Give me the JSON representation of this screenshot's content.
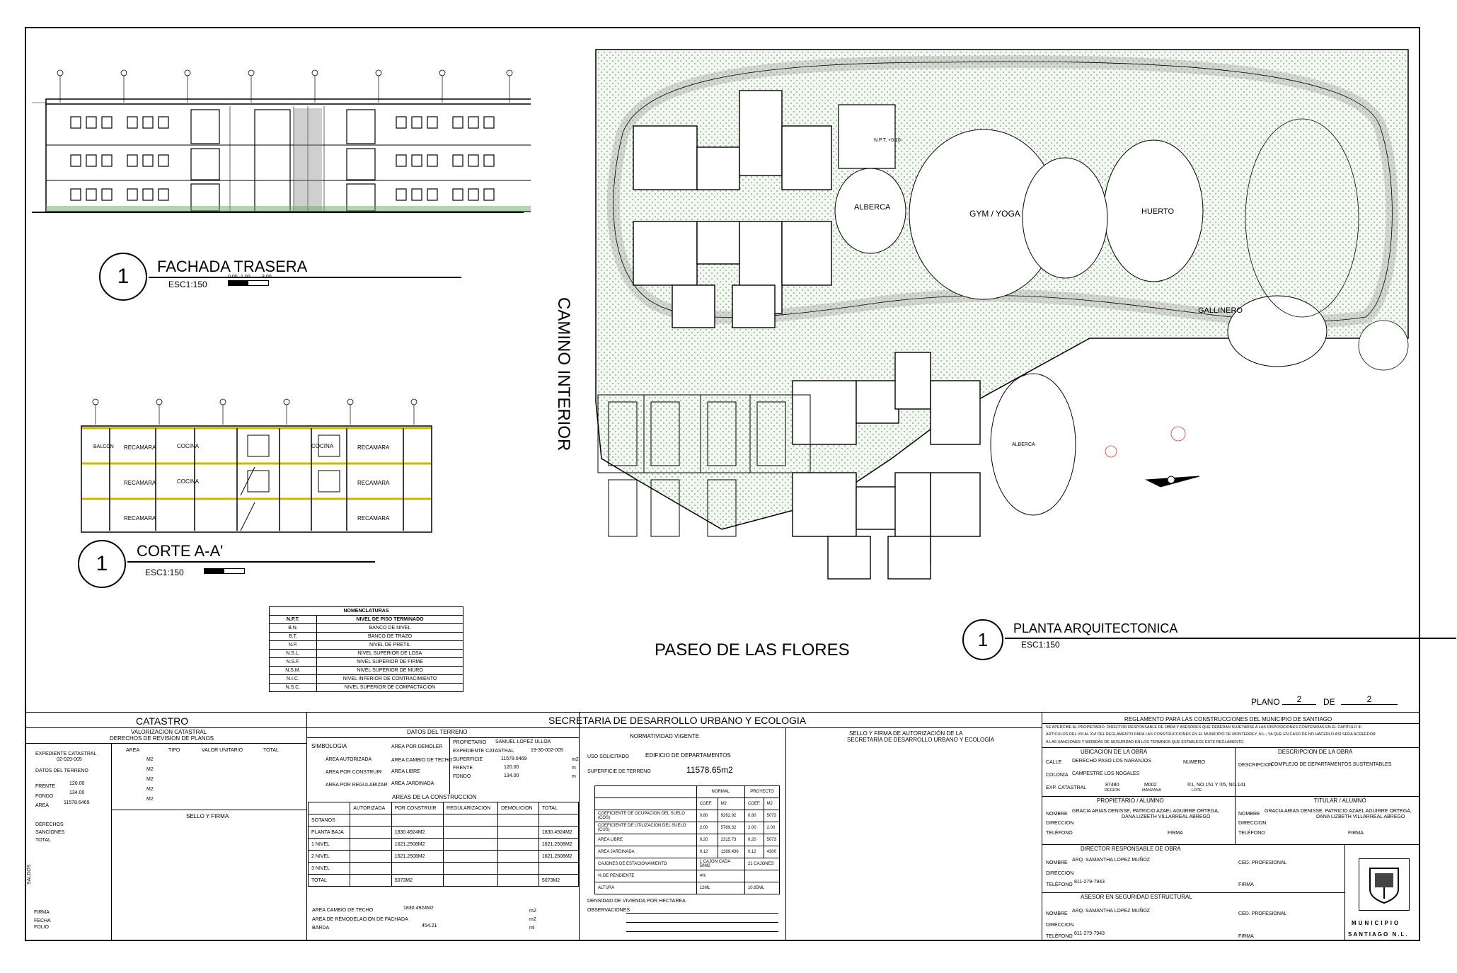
{
  "views": {
    "fachada": {
      "num": "1",
      "title": "FACHADA TRASERA",
      "scale": "ESC1:150"
    },
    "corte": {
      "num": "1",
      "title": "CORTE A-A'",
      "scale": "ESC1:150",
      "rooms": [
        "RECAMARA",
        "COCINA",
        "RECAMARA",
        "COCINA",
        "RECAMARA"
      ],
      "balcony": "BALCON"
    },
    "planta": {
      "num": "1",
      "title": "PLANTA ARQUITECTONICA",
      "scale": "ESC1:150"
    },
    "scale_ticks": [
      "0.00",
      "1.00",
      "3.00"
    ]
  },
  "site": {
    "camino": "CAMINO INTERIOR",
    "paseo": "PASEO DE LAS FLORES",
    "alberca": "ALBERCA",
    "gym": "GYM / YOGA",
    "huerto": "HUERTO",
    "gallinero": "GALLINERO",
    "alberca2": "ALBERCA",
    "npt": "N.P.T. +0.10"
  },
  "nomenclaturas": {
    "title": "NOMENCLATURAS",
    "head": [
      "N.P.T.",
      "NIVEL DE PISO TERMINADO"
    ],
    "rows": [
      [
        "B.N.",
        "BANCO DE NIVEL"
      ],
      [
        "B.T.",
        "BANCO DE TRAZO"
      ],
      [
        "N.P.",
        "NIVEL DE PRETIL"
      ],
      [
        "N.S.L.",
        "NIVEL SUPERIOR DE LOSA"
      ],
      [
        "N.S.F.",
        "NIVEL SUPERIOR DE FIRME"
      ],
      [
        "N.S.M.",
        "NIVEL SUPERIOR DE MURO"
      ],
      [
        "N.I.C.",
        "NIVEL INFERIOR DE CONTRACIMIENTO"
      ],
      [
        "N.S.C.",
        "NIVEL SUPERIOR DE COMPACTACIÓN"
      ]
    ]
  },
  "plano": {
    "label": "PLANO",
    "num": "2",
    "de": "DE",
    "total": "2"
  },
  "catastro": {
    "title": "CATASTRO",
    "sub1": "VALORIZACION CATASTRAL",
    "sub2": "DERECHOS DE REVISION DE PLANOS",
    "exp_label": "EXPEDIENTE CATASTRAL",
    "exp_val": "02-029-005",
    "datos": "DATOS DEL TERRENO",
    "frente": "FRENTE",
    "frente_val": "120.00",
    "fondo": "FONDO",
    "fondo_val": "134.00",
    "area": "AREA",
    "area_val": "11578.6469",
    "cols": [
      "AREA",
      "TIPO",
      "VALOR UNITARIO",
      "TOTAL"
    ],
    "m2": "M2",
    "derechos": "DERECHOS",
    "sanciones": "SANCIONES",
    "total": "TOTAL",
    "sello": "SELLO Y FIRMA",
    "saldos": "SALDOS",
    "firma": "FIRMA",
    "fecha": "FECHA",
    "folio": "FOLIO"
  },
  "secretaria": {
    "title": "SECRETARIA DE DESARROLLO URBANO Y ECOLOGIA",
    "datos": "DATOS DEL TERRENO",
    "simbologia": "SIMBOLOGIA",
    "sym": [
      "AREA AUTORIZADA",
      "AREA POR CONSTRUIR",
      "AREA POR REGULARIZAR",
      "AREA POR DEMOLER",
      "AREA CAMBIO DE TECHO",
      "AREA LIBRE",
      "AREA JARDINADA"
    ],
    "propietario": "PROPIETARIO",
    "propietario_val": "SAMUEL LOPEZ ULLOA",
    "expediente": "EXPEDIENTE CATASTRAL",
    "expediente_val": "19-30-002-005",
    "superficie": "SUPERFICIE",
    "superficie_val": "11578.6469",
    "frente": "FRENTE",
    "frente_val": "120.00",
    "fondo": "FONDO",
    "fondo_val": "134.00",
    "m2": "m2",
    "m": "m",
    "areas_title": "AREAS DE LA CONSTRUCCION",
    "areas_head": [
      "",
      "AUTORIZADA",
      "POR CONSTRUIR",
      "REGULARIZACION",
      "DEMOLICION",
      "TOTAL"
    ],
    "areas_rows": [
      [
        "SOTANOS",
        "",
        "",
        "",
        "",
        ""
      ],
      [
        "PLANTA BAJA",
        "",
        "1830.4924M2",
        "",
        "",
        "1830.4924M2"
      ],
      [
        "1 NIVEL",
        "",
        "1621.2508M2",
        "",
        "",
        "1621.2508M2"
      ],
      [
        "2 NIVEL",
        "",
        "1621.2508M2",
        "",
        "",
        "1621.2508M2"
      ],
      [
        "3 NIVEL",
        "",
        "",
        "",
        "",
        ""
      ],
      [
        "TOTAL",
        "",
        "5073M2",
        "",
        "",
        "5073M2"
      ]
    ],
    "cambio": "AREA CAMBIO DE TECHO",
    "cambio_val": "1830.4924M2",
    "remod": "AREA DE REMODELACION DE FACHADA",
    "barda": "BARDA",
    "barda_val": "454.21",
    "ml": "ml"
  },
  "normatividad": {
    "title": "NORMATIVIDAD VIGENTE",
    "uso": "USO SOLICITADO",
    "uso_val": "EDIFICIO DE DEPARTAMENTOS",
    "sup": "SUPERFICIE DE TERRENO",
    "sup_val": "11578.65m2",
    "head_norm": "NORMAL",
    "head_proy": "PROYECTO",
    "sub": [
      "COEF.",
      "M2",
      "COEF.",
      "M2"
    ],
    "rows": [
      [
        "COEFICIENTE DE OCUPACION DEL SUELO (COS)",
        "0.80",
        "9262.92",
        "0.80",
        "5073"
      ],
      [
        "COEFICIENTE DE UTILIZACION DEL SUELO (CUS)",
        "2.00",
        "5789.32",
        "2.00",
        "2.00"
      ],
      [
        "AREA LIBRE",
        "0.20",
        "2315.73",
        "0.20",
        "5073"
      ],
      [
        "AREA JARDINADA",
        "0.12",
        "1389.436",
        "0.12",
        "4300"
      ],
      [
        "CAJONES DE ESTACIONAMIENTO",
        "1 CAJON CADA 50M2",
        "",
        "21 CAJONES",
        ""
      ],
      [
        "% DE PENDIENTE",
        "4%",
        "",
        "",
        ""
      ],
      [
        "ALTURA",
        "12ML",
        "",
        "10.65ML",
        ""
      ]
    ],
    "densidad": "DENSIDAD DE VIVIENDA POR HECTAREA",
    "obs": "OBSERVACIONES"
  },
  "sello": {
    "title1": "SELLO Y FIRMA DE AUTORIZACIÓN DE LA",
    "title2": "SECRETARÍA DE DESARROLLO URBANO Y ECOLOGÍA"
  },
  "reglamento": {
    "title": "REGLAMENTO PARA LAS CONSTRUCCIONES DEL MUNICIPIO DE SANTIAGO",
    "text1": "SE APERCIBE AL PROPIETARIO, DIRECTOR RESPONSABLE DE OBRA Y ASESORES QUE DEBERAN SUJETARSE A LAS DISPOSICIONES CONTENIDAS EN EL CAPITULO III",
    "text2": "ARTICULOS DEL VIII AL XVI DEL REGLAMENTO PARA LAS CONSTRUCCIONES EN EL MUNICIPIO DE MONTERREY, N.L.; YA QUE EN CASO DE NO HACERLO ASI SERA ACREEDOR",
    "text3": "A LAS SANCIONES Y MEDIDAS DE SEGURIDAD EN LOS TERMINOS QUE ESTABLECE ESTE REGLAMENTO.",
    "ubicacion": "UBICACIÓN DE LA OBRA",
    "calle": "CALLE",
    "calle_val": "DERECHO PASO LOS NARANJOS",
    "numero": "NUMERO",
    "colonia": "COLONIA",
    "colonia_val": "CAMPESTRE LOS NOGALES",
    "exp": "EXP. CATASTRAL",
    "exp_parts": [
      "87480",
      "M002",
      "®1, NO.151 Y ®5, NO.141"
    ],
    "exp_caps": [
      "REGION",
      "MANZANA",
      "LOTE"
    ],
    "descripcion": "DESCRIPCION DE LA OBRA",
    "desc_label": "DESCRIPCION",
    "desc_val": "COMPLEJO DE DEPARTAMENTOS SUSTENTABLES",
    "prop_title": "PROPIETARIO / ALUMNO",
    "nombre": "NOMBRE",
    "prop_val": "GRACIA ARIAS DENISSE, PATRICIO AZAEL AGUIRRE ORTEGA,",
    "prop_val2": "DANA LIZBETH VILLARREAL ABREGO",
    "direccion": "DIRECCION",
    "telefono": "TELÉFONO",
    "firma": "FIRMA",
    "titular": "TITULAR / ALUMNO",
    "titular_val": "GRACIA ARIAS DENISSE, PATRICIO AZAEL AGUIRRE ORTEGA,",
    "titular_val2": "DANA LIZBETH VILLARREAL ABREGO",
    "director": "DIRECTOR RESPONSABLE DE OBRA",
    "dir_nombre": "ARQ. SAMANTHA LOPEZ MUÑOZ",
    "ced": "CED. PROFESIONAL",
    "tel_val": "811-279-7943",
    "asesor": "ASESOR EN SEGURIDAD ESTRUCTURAL",
    "as_nombre": "ARQ. SAMANTHA LOPEZ MUÑOZ",
    "municipio1": "MUNICIPIO",
    "municipio2": "SANTIAGO N.L."
  }
}
